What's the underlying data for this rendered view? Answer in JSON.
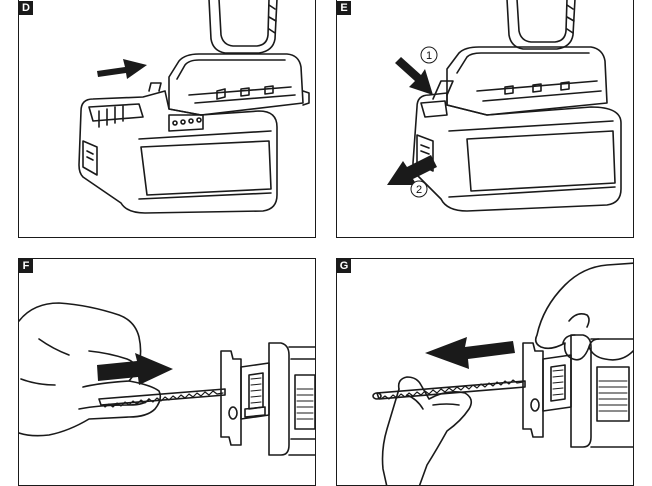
{
  "panels": [
    {
      "letter": "D"
    },
    {
      "letter": "E",
      "steps": [
        "1",
        "2"
      ]
    },
    {
      "letter": "F"
    },
    {
      "letter": "G"
    }
  ],
  "colors": {
    "ink": "#1a1a1a",
    "fill_dark": "#2a2a2a",
    "paper": "#ffffff"
  },
  "icons": [
    "arrow-right-icon",
    "arrow-left-icon",
    "arrow-down-left-icon",
    "drill-illustration",
    "battery-illustration",
    "hand-illustration",
    "saw-blade-illustration"
  ]
}
